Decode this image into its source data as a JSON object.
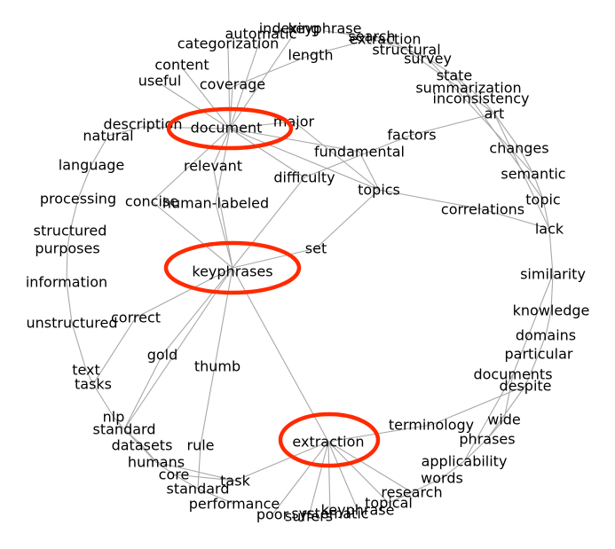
{
  "graph": {
    "colors": {
      "edge": "#a8a8a8",
      "highlight": "#ff2a00",
      "text": "#000000"
    },
    "highlighted_nodes": [
      "document",
      "keyphrases",
      "extraction"
    ],
    "nodes": [
      "indexing",
      "keyphrase",
      "automatic",
      "search",
      "extraction",
      "categorization",
      "structural",
      "length",
      "survey",
      "content",
      "state",
      "useful",
      "coverage",
      "summarization",
      "inconsistency",
      "major",
      "art",
      "description",
      "document",
      "natural",
      "factors",
      "changes",
      "fundamental",
      "language",
      "relevant",
      "semantic",
      "difficulty",
      "topics",
      "topic",
      "processing",
      "concise",
      "human-labeled",
      "correlations",
      "structured",
      "lack",
      "purposes",
      "set",
      "keyphrases",
      "similarity",
      "information",
      "knowledge",
      "correct",
      "unstructured",
      "domains",
      "particular",
      "gold",
      "thumb",
      "documents",
      "despite",
      "text",
      "tasks",
      "nlp",
      "wide",
      "terminology",
      "standard",
      "phrases",
      "datasets",
      "rule",
      "extraction",
      "humans",
      "applicability",
      "core",
      "task",
      "words",
      "standard",
      "research",
      "performance",
      "topical",
      "keyphrase",
      "poor",
      "systematic",
      "suffers"
    ]
  }
}
